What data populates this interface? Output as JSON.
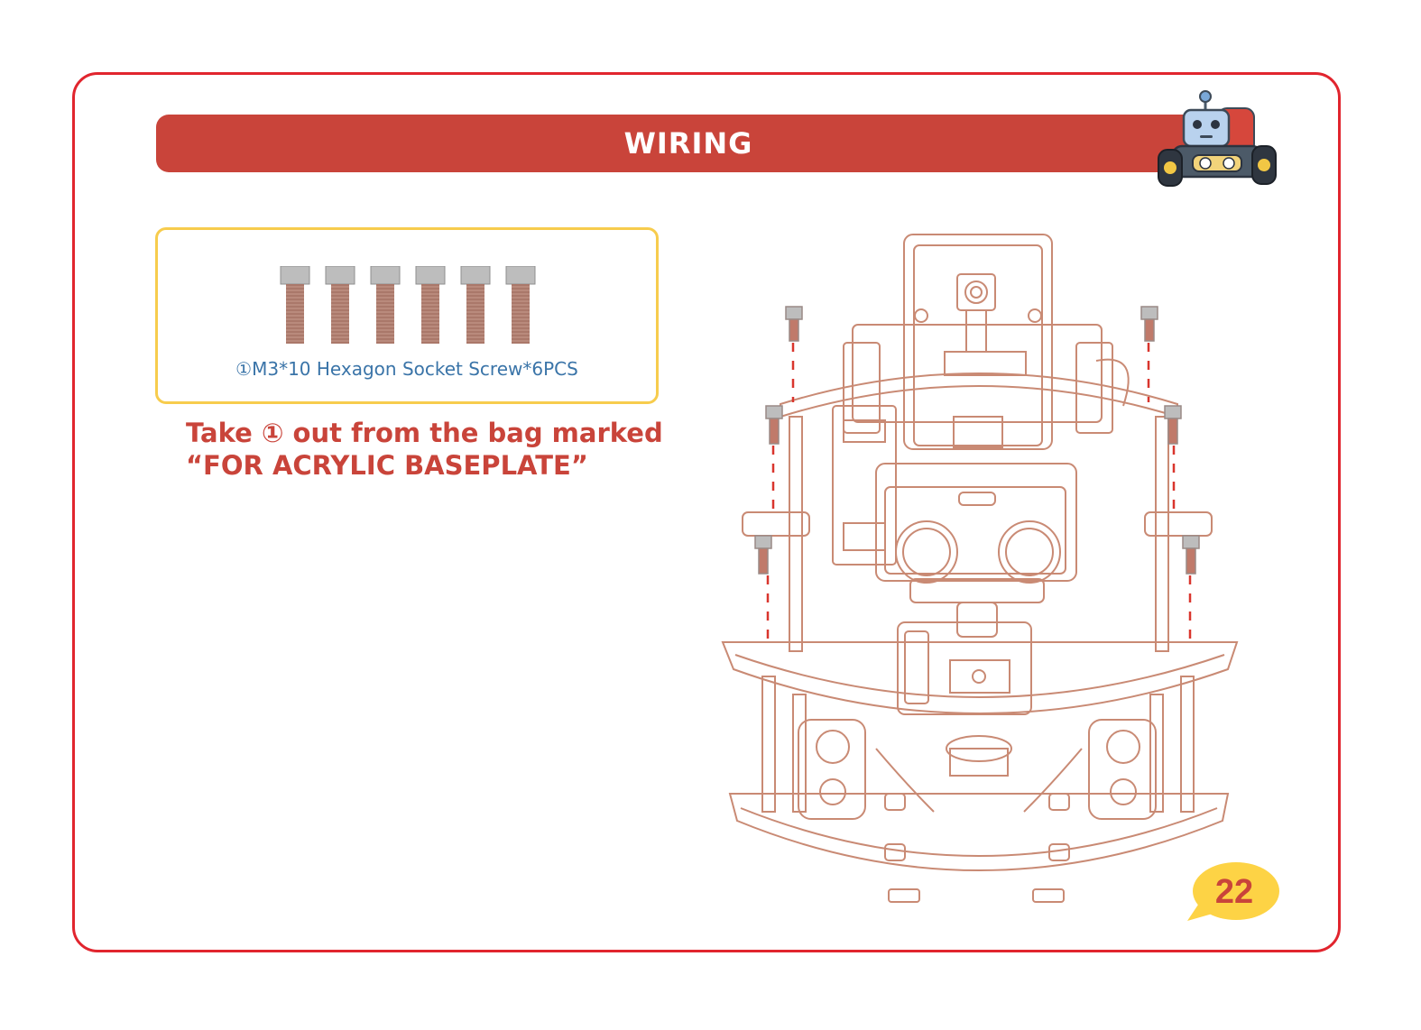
{
  "header": {
    "title": "WIRING"
  },
  "parts": {
    "caption": "①M3*10 Hexagon Socket Screw*6PCS",
    "screw_count": 6
  },
  "instruction": {
    "line1": "Take ① out from the bag marked",
    "line2": "“FOR ACRYLIC BASEPLATE”"
  },
  "page": {
    "number": "22"
  },
  "colors": {
    "frame": "#e1252e",
    "header": "#c9443a",
    "parts_border": "#f7cc4d",
    "caption": "#3a74a8",
    "line_art": "#c98a74",
    "badge": "#fdd345"
  },
  "icons": {
    "mascot": "robot-car-mascot-icon",
    "screw": "hex-socket-screw-icon"
  }
}
